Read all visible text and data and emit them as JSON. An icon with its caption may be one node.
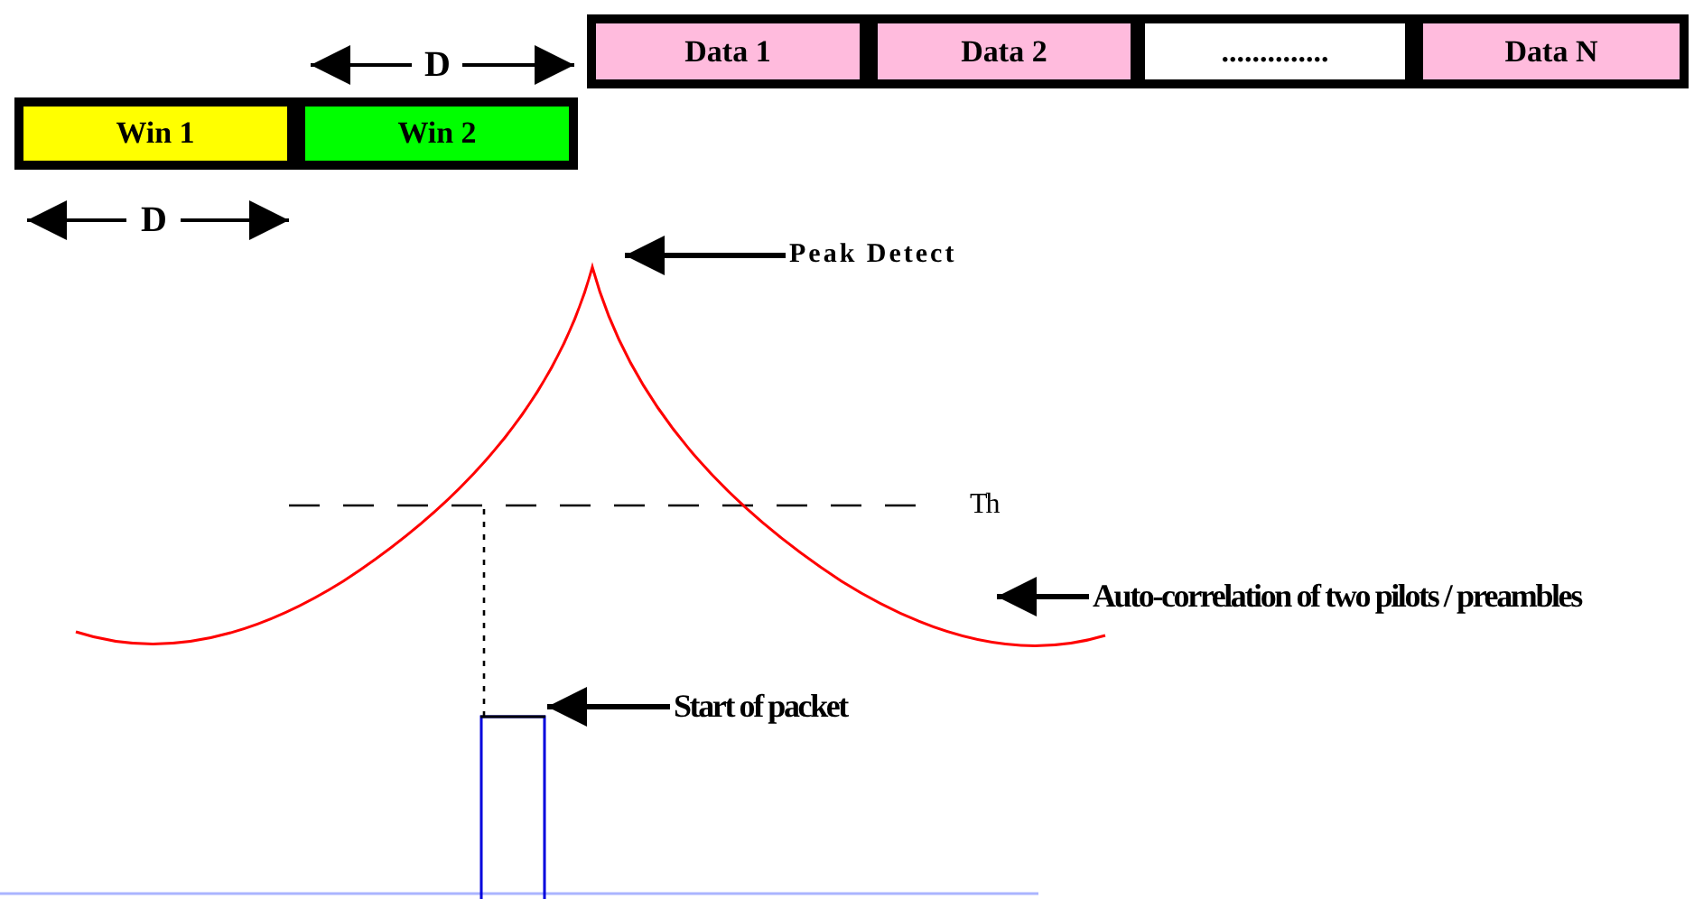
{
  "diagram": {
    "nodes": [
      {
        "text": [
          "Data 1"
        ]
      },
      {
        "text": [
          "Data 2"
        ]
      },
      {
        "text": [
          ".............."
        ]
      },
      {
        "text": [
          "Data N"
        ]
      },
      {
        "text": [
          "Win 1"
        ]
      },
      {
        "text": [
          "Win 2"
        ]
      },
      {
        "text": [
          "Peak Detect"
        ]
      },
      {
        "text": [],
        "shape": "curve"
      },
      {
        "text": [
          "Auto-correlation of two pilots / preambles"
        ]
      },
      {
        "text": [
          "Start of packet"
        ]
      },
      {
        "text": [],
        "shape": "pulse"
      }
    ],
    "edges": [
      {
        "from": 6,
        "to": 7,
        "arrow": "to"
      },
      {
        "from": 8,
        "to": 7,
        "arrow": "to"
      },
      {
        "from": 9,
        "to": 10,
        "arrow": "to"
      },
      {
        "from": 7,
        "to": 10,
        "arrow": "none",
        "style": "dashed"
      }
    ],
    "labels": [
      "D",
      "D",
      "Th"
    ]
  }
}
